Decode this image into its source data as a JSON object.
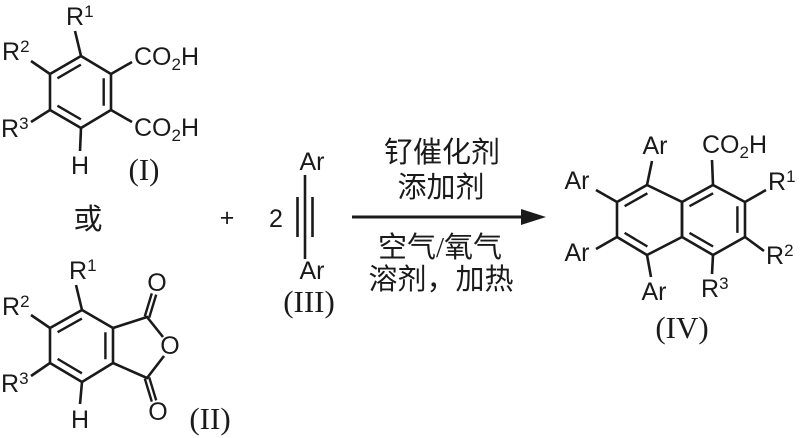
{
  "colors": {
    "ink": "#1a1a1a",
    "background": "#ffffff"
  },
  "reactant_I": {
    "label": "(I)",
    "r1": {
      "base": "R",
      "sup": "1"
    },
    "r2": {
      "base": "R",
      "sup": "2"
    },
    "r3": {
      "base": "R",
      "sup": "3"
    },
    "co2h_top": {
      "pre": "CO",
      "sub": "2",
      "post": "H"
    },
    "co2h_bottom": {
      "pre": "CO",
      "sub": "2",
      "post": "H"
    },
    "h": "H"
  },
  "or_text": "或",
  "reactant_II": {
    "label": "(II)",
    "r1": {
      "base": "R",
      "sup": "1"
    },
    "r2": {
      "base": "R",
      "sup": "2"
    },
    "r3": {
      "base": "R",
      "sup": "3"
    },
    "h": "H",
    "o_top": "O",
    "o_ring": "O",
    "o_bottom": "O"
  },
  "plus": "+",
  "alkyne_III": {
    "label": "(III)",
    "coefficient": "2",
    "ar_top": "Ar",
    "ar_bottom": "Ar"
  },
  "conditions": {
    "above_line1": "钌催化剂",
    "above_line2": "添加剂",
    "below_line1": "空气/氧气",
    "below_line2": "溶剂，加热"
  },
  "product_IV": {
    "label": "(IV)",
    "ar_top": "Ar",
    "ar_left_top": "Ar",
    "ar_left_bottom": "Ar",
    "ar_bottom": "Ar",
    "co2h": {
      "pre": "CO",
      "sub": "2",
      "post": "H"
    },
    "r1": {
      "base": "R",
      "sup": "1"
    },
    "r2": {
      "base": "R",
      "sup": "2"
    },
    "r3": {
      "base": "R",
      "sup": "3"
    }
  }
}
